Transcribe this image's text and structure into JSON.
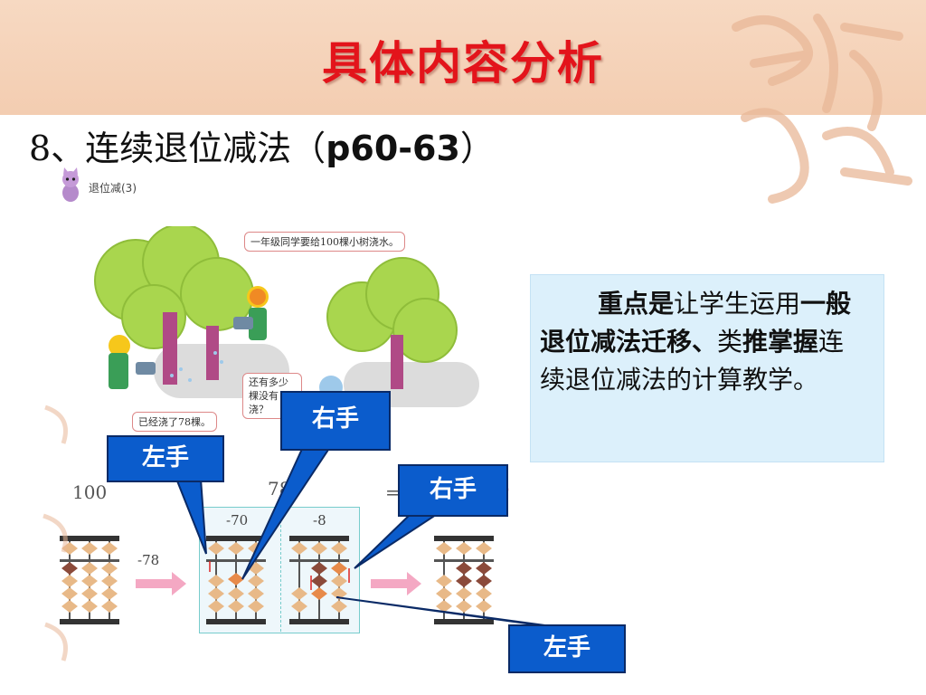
{
  "title": "具体内容分析",
  "subtitle": {
    "prefix": "8、连续退位减法（",
    "pages": "p60-63",
    "suffix": "）"
  },
  "section_label": "退位减(3)",
  "illustration": {
    "bubble_1": "一年级同学要给100棵小树浇水。",
    "bubble_2": "还有多少棵没有浇？",
    "bubble_3": "已经浇了78棵。"
  },
  "equation": {
    "left_number": "100",
    "middle_number": "78",
    "equals": "=",
    "close_paren": ")"
  },
  "abacus": {
    "op_minus_78": "-78",
    "op_minus_70": "-70",
    "op_minus_8": "-8"
  },
  "callouts": {
    "right_hand_1": "右手",
    "left_hand_1": "左手",
    "right_hand_2": "右手",
    "left_hand_2": "左手"
  },
  "note": {
    "part_1_bold": "重点是",
    "part_2": "让学生运用",
    "part_3_bold": "一般退位减法迁移、",
    "part_4": "类",
    "part_5_bold": "推掌握",
    "part_6": "连续退位减法的计算教学。"
  },
  "colors": {
    "title": "#e3141b",
    "callout_fill": "#0b5ccc",
    "note_background": "#dcf0fb",
    "banner": "#f3cdb1"
  }
}
